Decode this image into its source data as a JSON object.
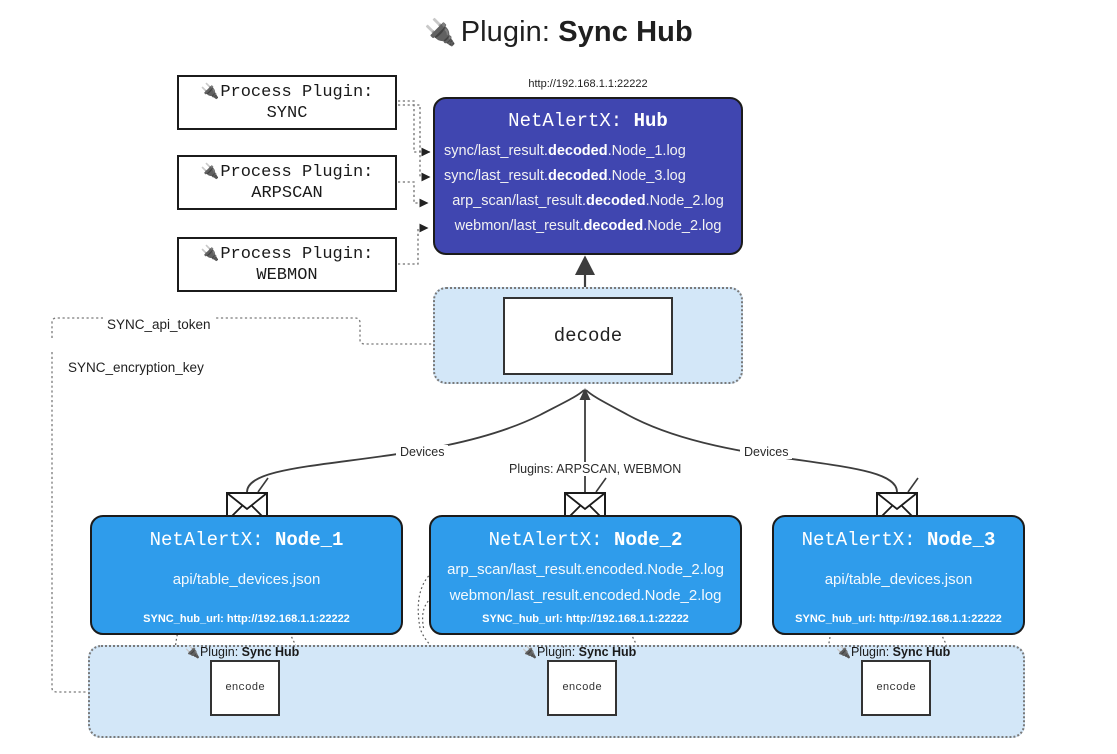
{
  "header": {
    "plug_icon": "🔌",
    "prefix": "Plugin:",
    "name": "Sync Hub",
    "hub_url": "http://192.168.1.1:22222"
  },
  "process_plugins": [
    {
      "icon": "plug-icon",
      "title": "Process Plugin:",
      "name": "SYNC"
    },
    {
      "icon": "plug-icon",
      "title": "Process Plugin:",
      "name": "ARPSCAN"
    },
    {
      "icon": "plug-icon",
      "title": "Process Plugin:",
      "name": "WEBMON"
    }
  ],
  "hub": {
    "app": "NetAlertX:",
    "role": "Hub",
    "logs": [
      {
        "pre": "sync/last_result.",
        "em": "decoded",
        "post": ".Node_1.log"
      },
      {
        "pre": "sync/last_result.",
        "em": "decoded",
        "post": ".Node_3.log"
      },
      {
        "pre": "arp_scan/last_result.",
        "em": "decoded",
        "post": ".Node_2.log"
      },
      {
        "pre": "webmon/last_result.",
        "em": "decoded",
        "post": ".Node_2.log"
      }
    ]
  },
  "decode": {
    "label": "decode"
  },
  "secrets": [
    {
      "label": "SYNC_api_token"
    },
    {
      "label": "SYNC_encryption_key"
    }
  ],
  "edge_labels": {
    "left_devices": "Devices",
    "right_devices": "Devices",
    "center_plugins": "Plugins: ARPSCAN, WEBMON"
  },
  "nodes": [
    {
      "app": "NetAlertX:",
      "name": "Node_1",
      "lines": [
        "api/table_devices.json"
      ],
      "hub_url_label": "SYNC_hub_url: http://192.168.1.1:22222"
    },
    {
      "app": "NetAlertX:",
      "name": "Node_2",
      "lines": [
        "arp_scan/last_result.encoded.Node_2.log",
        "webmon/last_result.encoded.Node_2.log"
      ],
      "hub_url_label": "SYNC_hub_url: http://192.168.1.1:22222"
    },
    {
      "app": "NetAlertX:",
      "name": "Node_3",
      "lines": [
        "api/table_devices.json"
      ],
      "hub_url_label": "SYNC_hub_url: http://192.168.1.1:22222"
    }
  ],
  "encoders": [
    {
      "plugin_prefix": "Plugin:",
      "plugin_name": "Sync Hub",
      "box_label": "encode"
    },
    {
      "plugin_prefix": "Plugin:",
      "plugin_name": "Sync Hub",
      "box_label": "encode"
    },
    {
      "plugin_prefix": "Plugin:",
      "plugin_name": "Sync Hub",
      "box_label": "encode"
    }
  ],
  "colors": {
    "hub_fill": "#4046b0",
    "node_fill": "#2f9ceb",
    "container_fill": "#d3e7f8",
    "stroke": "#1b1b1b",
    "dotted": "#7a7a7a"
  }
}
